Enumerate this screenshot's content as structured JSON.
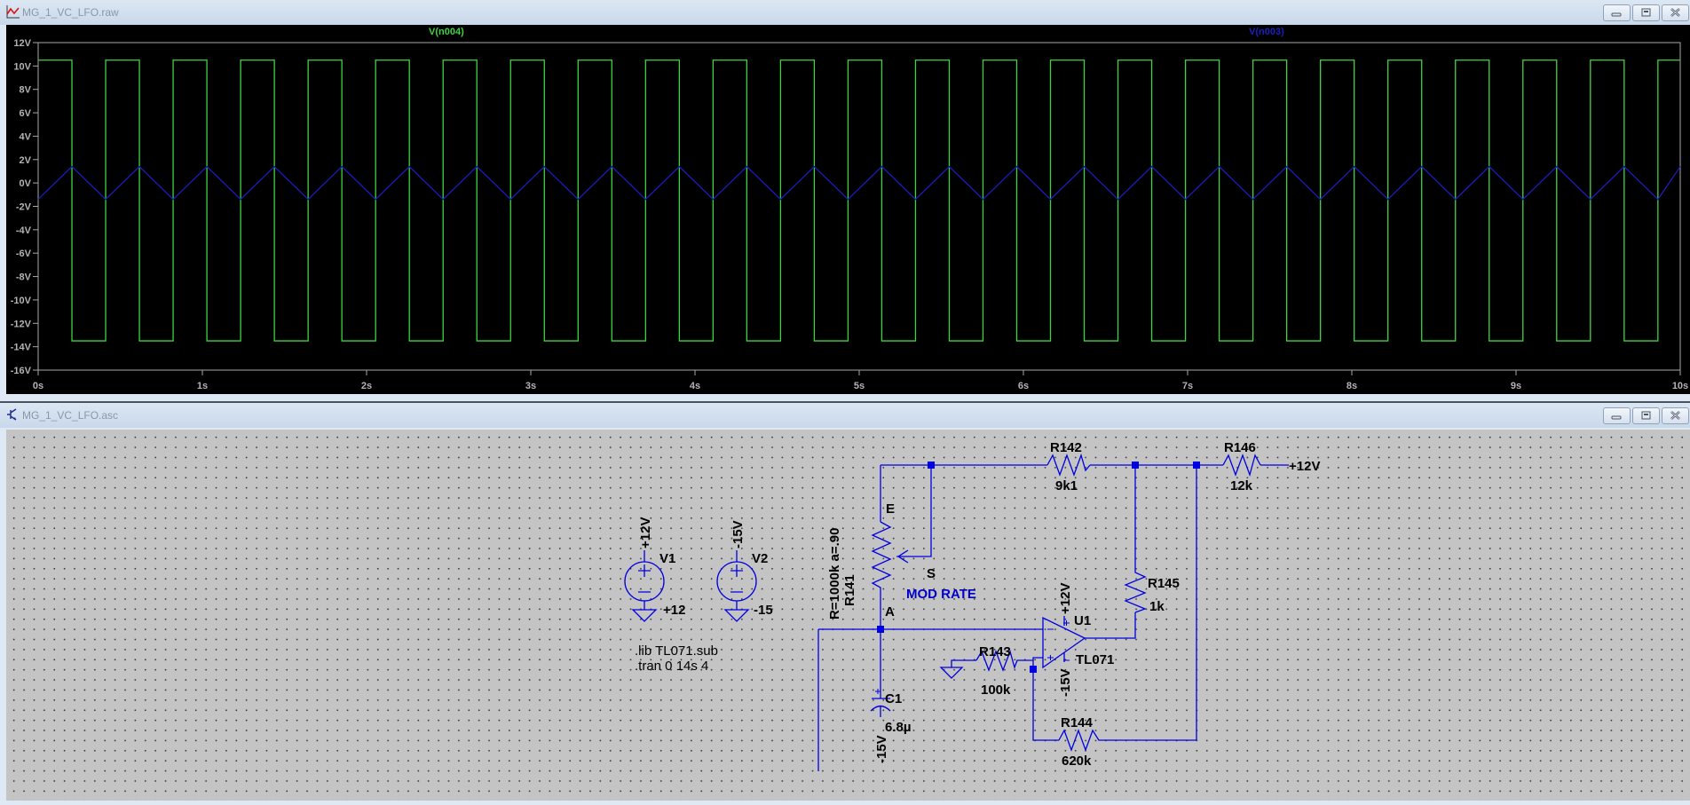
{
  "plot_window": {
    "title": "MG_1_VC_LFO.raw",
    "icon": "waveform-icon",
    "controls": [
      "minimize",
      "maximize",
      "close"
    ]
  },
  "schematic_window": {
    "title": "MG_1_VC_LFO.asc",
    "icon": "transistor-icon",
    "controls": [
      "minimize",
      "maximize",
      "close"
    ]
  },
  "chart_data": {
    "type": "line",
    "title": "",
    "xlabel": "",
    "ylabel": "",
    "xlim": [
      0,
      10
    ],
    "ylim": [
      -16,
      12
    ],
    "x_ticks": [
      "0s",
      "1s",
      "2s",
      "3s",
      "4s",
      "5s",
      "6s",
      "7s",
      "8s",
      "9s",
      "10s"
    ],
    "y_ticks": [
      "12V",
      "10V",
      "8V",
      "6V",
      "4V",
      "2V",
      "0V",
      "-2V",
      "-4V",
      "-6V",
      "-8V",
      "-10V",
      "-12V",
      "-14V",
      "-16V"
    ],
    "grid": false,
    "background": "#000000",
    "period_s": 0.411,
    "series": [
      {
        "name": "V(n004)",
        "color": "#3fd43f",
        "shape": "square",
        "high_v": 10.5,
        "low_v": -13.5,
        "start": "high"
      },
      {
        "name": "V(n003)",
        "color": "#1c1cbf",
        "shape": "triangle",
        "peak_v": 1.4,
        "trough_v": -1.4,
        "start_v": -1.4
      }
    ]
  },
  "schematic": {
    "wire_color": "#0000e0",
    "sources": [
      {
        "ref": "V1",
        "net": "+12V",
        "value": "+12"
      },
      {
        "ref": "V2",
        "net": "-15V",
        "value": "-15"
      }
    ],
    "directives": [
      ".lib TL071.sub",
      ".tran 0 14s 4"
    ],
    "potentiometer": {
      "ref": "R141",
      "value": "R=1000k a=.90",
      "pins": [
        "E",
        "S",
        "A"
      ],
      "label": "MOD RATE"
    },
    "resistors": [
      {
        "ref": "R142",
        "value": "9k1"
      },
      {
        "ref": "R146",
        "value": "12k"
      },
      {
        "ref": "R145",
        "value": "1k"
      },
      {
        "ref": "R143",
        "value": "100k"
      },
      {
        "ref": "R144",
        "value": "620k"
      }
    ],
    "capacitor": {
      "ref": "C1",
      "value": "6.8µ",
      "net": "-15V"
    },
    "opamp": {
      "ref": "U1",
      "model": "TL071",
      "vpos": "+12V",
      "vneg": "-15V"
    },
    "net_labels": {
      "r146_supply": "+12V"
    }
  }
}
